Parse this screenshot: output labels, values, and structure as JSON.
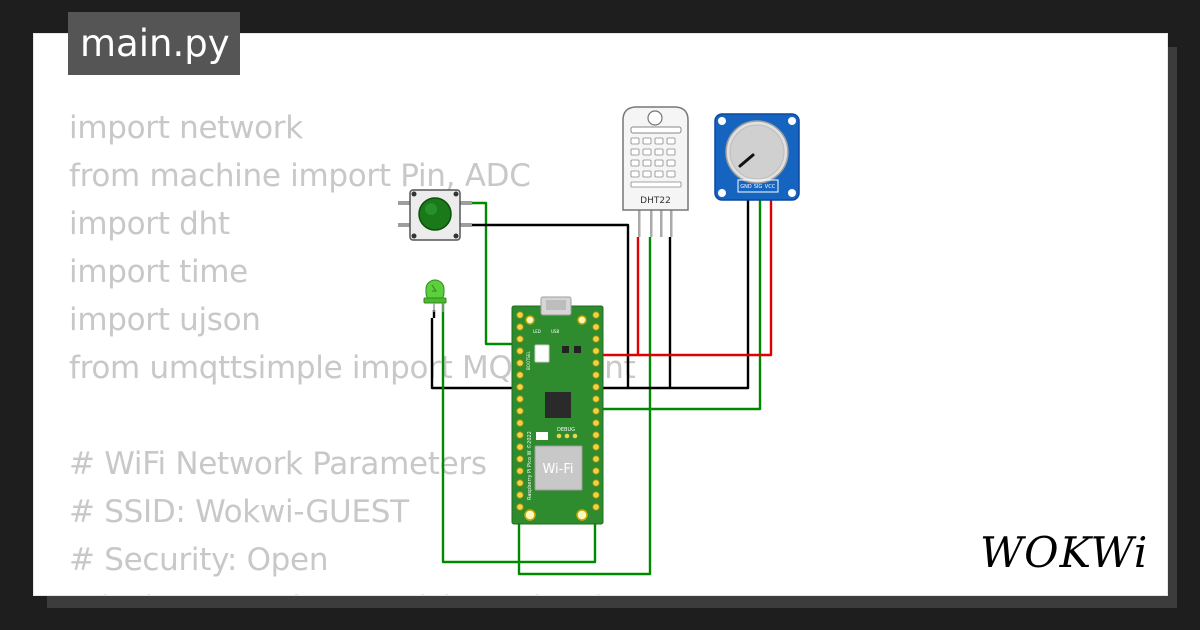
{
  "editor": {
    "filename": "main.py",
    "code_lines": [
      "import network",
      "from machine import Pin, ADC",
      "import dht",
      "import time",
      "import ujson",
      "from umqttsimple import MQTTClient",
      "",
      "# WiFi Network Parameters",
      "# SSID: Wokwi-GUEST",
      "# Security: Open",
      "print(\"Connecting to WiFi\", end=\"\")"
    ]
  },
  "components": {
    "dht_label": "DHT22",
    "pot_pins": [
      "GND",
      "SIG",
      "VCC"
    ],
    "pico_labels": {
      "led": "LED",
      "usb": "USB",
      "bootsel": "BOOTSEL",
      "debug": "DEBUG",
      "wifi": "Wi-Fi",
      "board_name": "Raspberry Pi Pico W ©2022"
    }
  },
  "brand": {
    "logo_text": "WOKWi"
  },
  "colors": {
    "wire_red": "#e00000",
    "wire_green": "#008a00",
    "wire_black": "#000000",
    "pico_green": "#2e8b2e",
    "pot_blue": "#1565c0",
    "button_green": "#1a7a1a",
    "led_green": "#5ccf3c"
  }
}
